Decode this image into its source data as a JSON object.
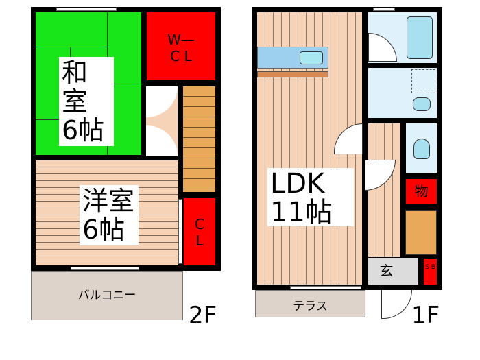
{
  "floor2": {
    "label": "2F",
    "rooms": {
      "washitsu": {
        "name": "和室",
        "size": "6帖"
      },
      "wcl": {
        "line1": "W—",
        "line2": "C L"
      },
      "youshitsu": {
        "name": "洋室",
        "size": "6帖"
      },
      "cl": {
        "line1": "C",
        "line2": "L"
      },
      "balcony": "バルコニー"
    }
  },
  "floor1": {
    "label": "1F",
    "rooms": {
      "ldk": {
        "name": "LDK",
        "size": "11帖"
      },
      "storage": "物",
      "entrance": "玄",
      "shoebox": "S B",
      "terrace": "テラス"
    }
  },
  "colors": {
    "tatami": "#19e619",
    "closet": "#ff0000",
    "flooring": "#f6d2b6",
    "stairs": "#e9a95a",
    "wet_area": "#dff1fb"
  }
}
